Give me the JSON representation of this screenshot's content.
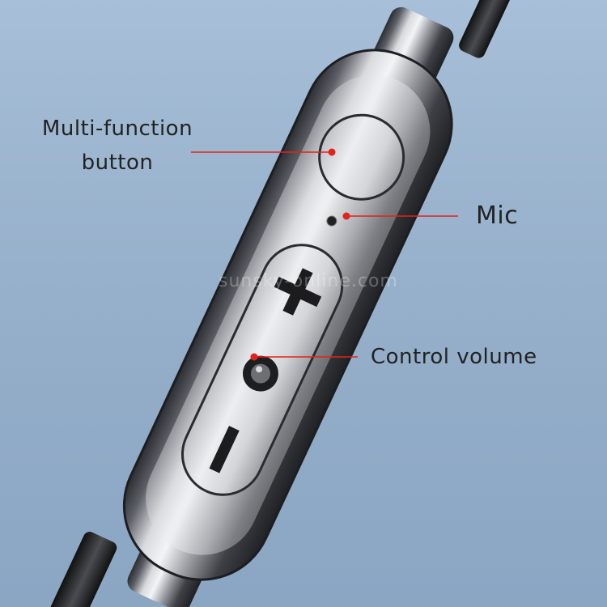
{
  "callouts": {
    "multifunction_line1": "Multi-function",
    "multifunction_line2": "button",
    "mic": "Mic",
    "volume": "Control volume"
  },
  "watermark": "sunsky-online.com",
  "colors": {
    "background": "#9bb4ce",
    "callout_line": "#e2231a",
    "text": "#222222"
  },
  "icons": [
    "plus-icon",
    "minus-icon",
    "play-pause-icon"
  ]
}
